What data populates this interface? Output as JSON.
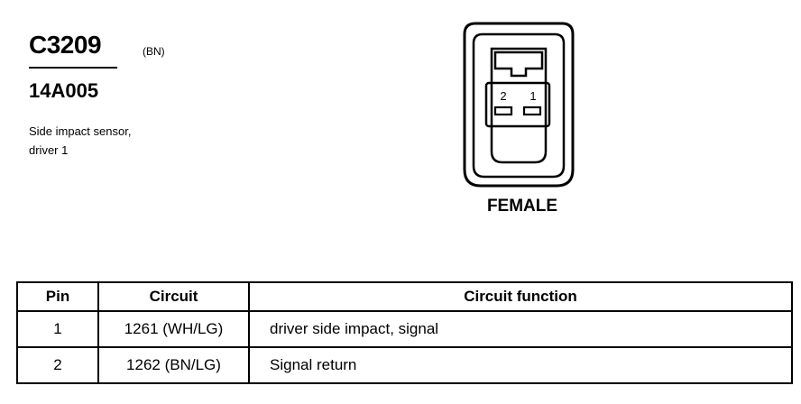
{
  "connector": {
    "id": "C3209",
    "color_code": "(BN)",
    "part_number": "14A005",
    "description_line1": "Side impact sensor,",
    "description_line2": "driver 1"
  },
  "face_view": {
    "pin_labels": [
      "2",
      "1"
    ],
    "gender": "FEMALE"
  },
  "pin_table": {
    "headers": [
      "Pin",
      "Circuit",
      "Circuit function"
    ],
    "rows": [
      {
        "pin": "1",
        "circuit": "1261 (WH/LG)",
        "function": "driver side impact, signal"
      },
      {
        "pin": "2",
        "circuit": "1262 (BN/LG)",
        "function": "Signal return"
      }
    ]
  }
}
